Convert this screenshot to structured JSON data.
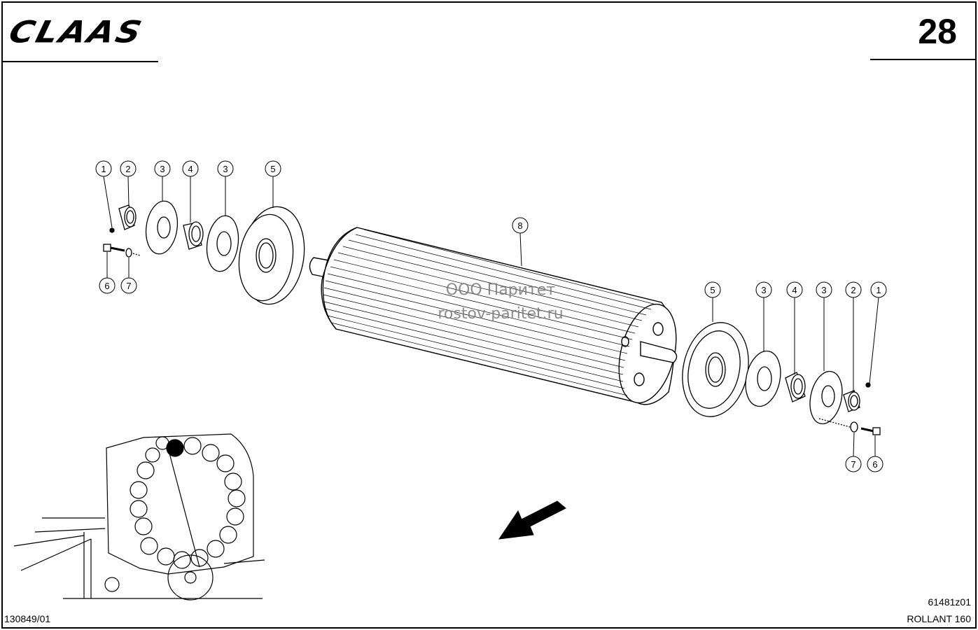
{
  "header": {
    "brand": "CLAAS",
    "page_number": "28"
  },
  "watermark": {
    "line1": "ООО Паритет",
    "line2": "rostov-paritet.ru"
  },
  "footer": {
    "drawing_number": "130849/01",
    "figure_code": "61481z01",
    "model": "ROLLANT 160"
  },
  "callouts": {
    "left_top": [
      "1",
      "2",
      "3",
      "4",
      "3",
      "5"
    ],
    "left_bottom": [
      "6",
      "7"
    ],
    "center": "8",
    "right_top": [
      "5",
      "3",
      "4",
      "3",
      "2",
      "1"
    ],
    "right_bottom": [
      "7",
      "6"
    ]
  },
  "colors": {
    "ink": "#000000",
    "paper": "#ffffff",
    "watermark": "#7a7a7a"
  }
}
